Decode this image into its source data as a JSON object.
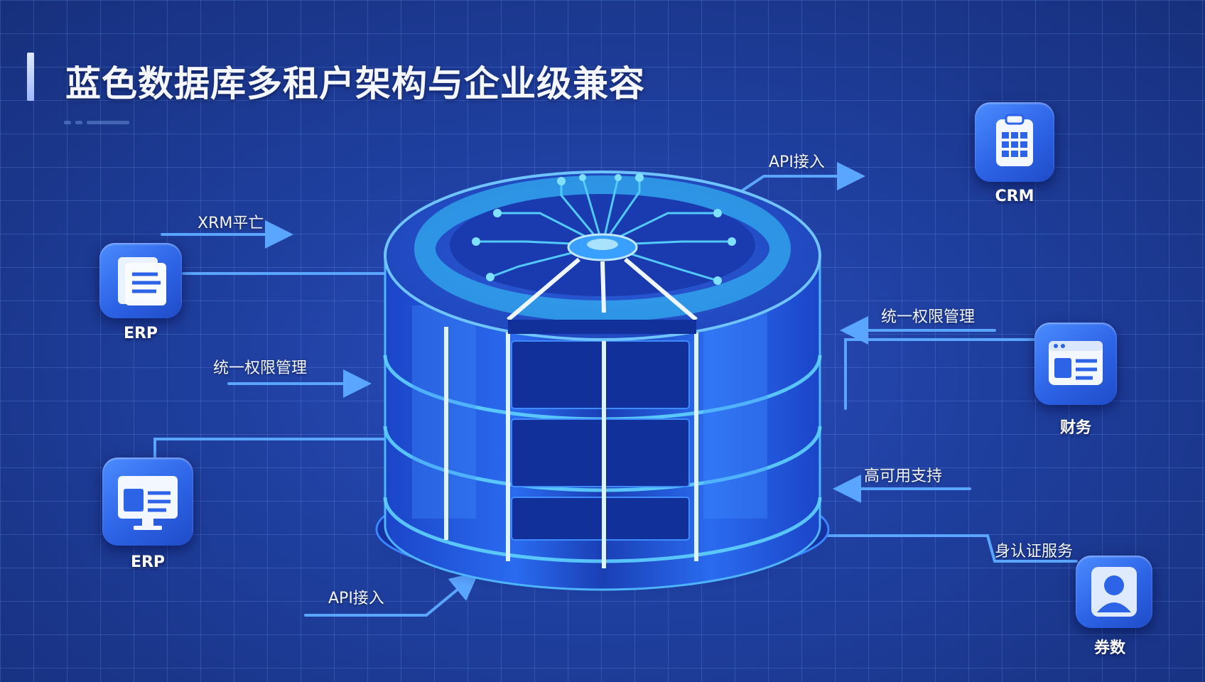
{
  "title": "蓝色数据库多租户架构与企业级兼容",
  "nodes": {
    "crm": {
      "label": "CRM",
      "icon": "calendar-grid-icon"
    },
    "erp_top": {
      "label": "ERP",
      "icon": "document-list-icon"
    },
    "erp_bottom": {
      "label": "ERP",
      "icon": "monitor-dashboard-icon"
    },
    "finance": {
      "label": "财务",
      "icon": "profile-card-icon"
    },
    "identity": {
      "label": "券数",
      "icon": "user-avatar-icon"
    }
  },
  "connections": {
    "api_top": "API接入",
    "xrm": "XRM平亡",
    "perm_left": "统一权限管理",
    "perm_right": "统一权限管理",
    "ha": "高可用支持",
    "auth": "身认证服务",
    "api_bottom": "API接入"
  },
  "colors": {
    "accent": "#4fb4ff",
    "tile": "#2d63e6",
    "line": "#5aa6ff",
    "db_cyan": "#39d0ff"
  }
}
